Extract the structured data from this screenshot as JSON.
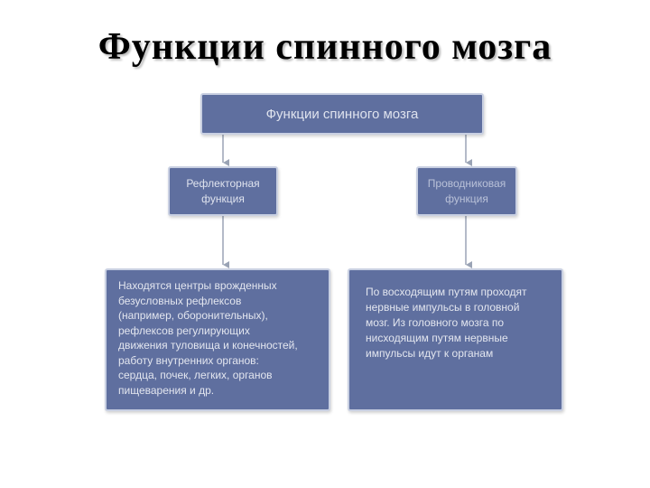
{
  "slide": {
    "title": "Функции спинного мозга"
  },
  "diagram": {
    "root": {
      "label": "Функции спинного мозга"
    },
    "branches": [
      {
        "label_lines": [
          "Рефлекторная",
          "функция"
        ],
        "description_lines": [
          "Находятся центры врожденных",
          "безусловных рефлексов",
          "(например, оборонительных),",
          "рефлексов регулирующих",
          "движения туловища и конечностей,",
          "работу внутренних органов:",
          "сердца, почек, легких, органов",
          "пищеварения и др."
        ]
      },
      {
        "label_lines": [
          "Проводниковая",
          "функция"
        ],
        "description_lines": [
          "По восходящим путям проходят",
          "нервные импульсы в головной",
          "мозг. Из головного мозга по",
          "нисходящим путям нервные",
          "импульсы идут к органам"
        ]
      }
    ]
  },
  "colors": {
    "box_fill": "#5f6f9f",
    "box_border": "#c9d0e2",
    "connector": "#9aa3b5"
  }
}
